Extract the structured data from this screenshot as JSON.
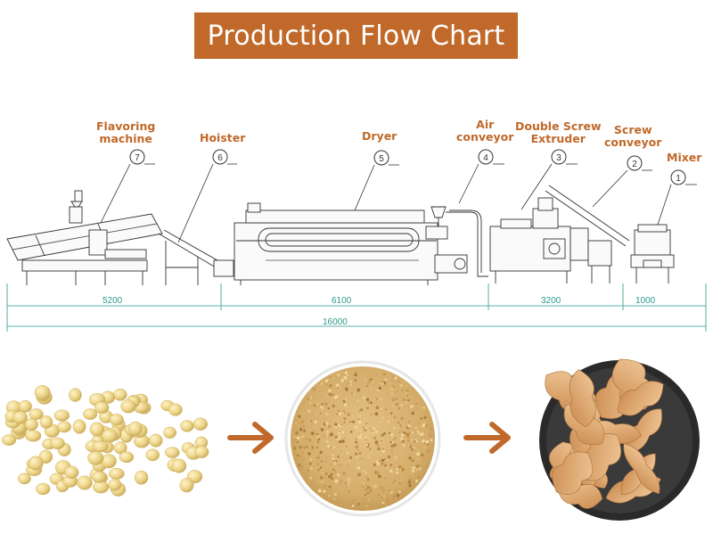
{
  "header": {
    "title": "Production Flow Chart"
  },
  "machines": [
    {
      "num": "7",
      "name": "Flavoring machine"
    },
    {
      "num": "6",
      "name": "Hoister"
    },
    {
      "num": "5",
      "name": "Dryer"
    },
    {
      "num": "4",
      "name": "Air conveyor"
    },
    {
      "num": "3",
      "name": "Double Screw Extruder"
    },
    {
      "num": "2",
      "name": "Screw conveyor"
    },
    {
      "num": "1",
      "name": "Mixer"
    }
  ],
  "labels": {
    "flavoring_1": "Flavoring",
    "flavoring_2": "machine",
    "hoister": "Hoister",
    "dryer": "Dryer",
    "air_1": "Air",
    "air_2": "conveyor",
    "extruder_1": "Double Screw",
    "extruder_2": "Extruder",
    "screw_1": "Screw",
    "screw_2": "conveyor",
    "mixer": "Mixer"
  },
  "dimensions": {
    "seg_flavoring": "5200",
    "seg_dryer": "6100",
    "seg_extruder": "3200",
    "seg_mixer": "1000",
    "total": "16000"
  },
  "colors": {
    "accent": "#c0692a",
    "dimension_line": "#2a9a8a",
    "arrow": "#c0692a"
  },
  "products": [
    {
      "name": "soybeans"
    },
    {
      "name": "soy-powder"
    },
    {
      "name": "textured-soy-protein"
    }
  ]
}
